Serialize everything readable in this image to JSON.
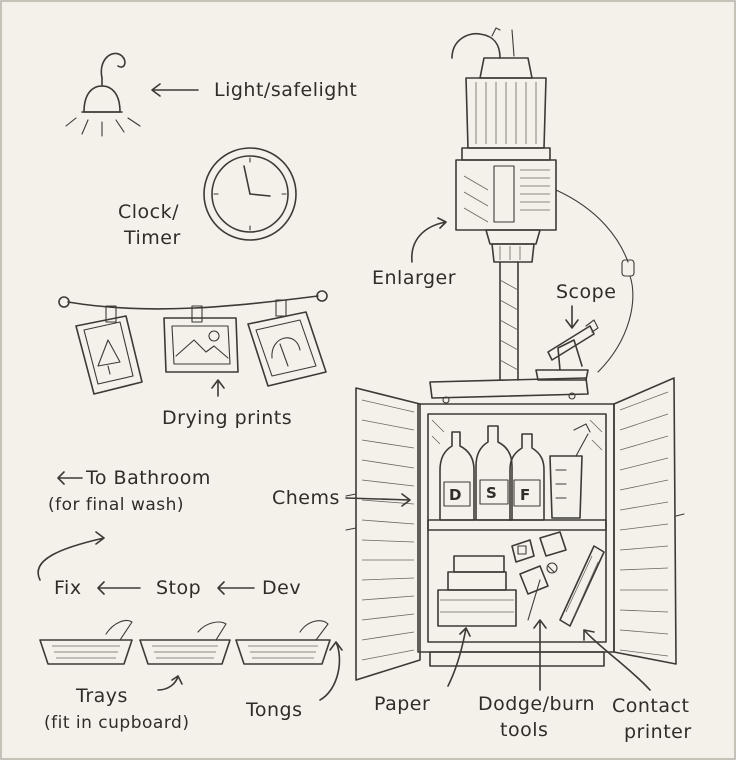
{
  "labels": {
    "light": "Light/safelight",
    "clock_line1": "Clock/",
    "clock_line2": "Timer",
    "enlarger": "Enlarger",
    "scope": "Scope",
    "drying": "Drying prints",
    "bathroom_line1": "To Bathroom",
    "bathroom_line2": "(for final wash)",
    "fix": "Fix",
    "stop": "Stop",
    "dev": "Dev",
    "chems": "Chems",
    "trays": "Trays",
    "trays_note": "(fit in cupboard)",
    "tongs": "Tongs",
    "paper": "Paper",
    "dodge_line1": "Dodge/burn",
    "dodge_line2": "tools",
    "contact_line1": "Contact",
    "contact_line2": "printer"
  },
  "bottle_letters": [
    "D",
    "S",
    "F"
  ],
  "icons": [
    "lamp-icon",
    "clock-icon",
    "enlarger-icon",
    "microscope-icon",
    "cupboard-icon",
    "tray-icon",
    "photo-print-icon"
  ]
}
